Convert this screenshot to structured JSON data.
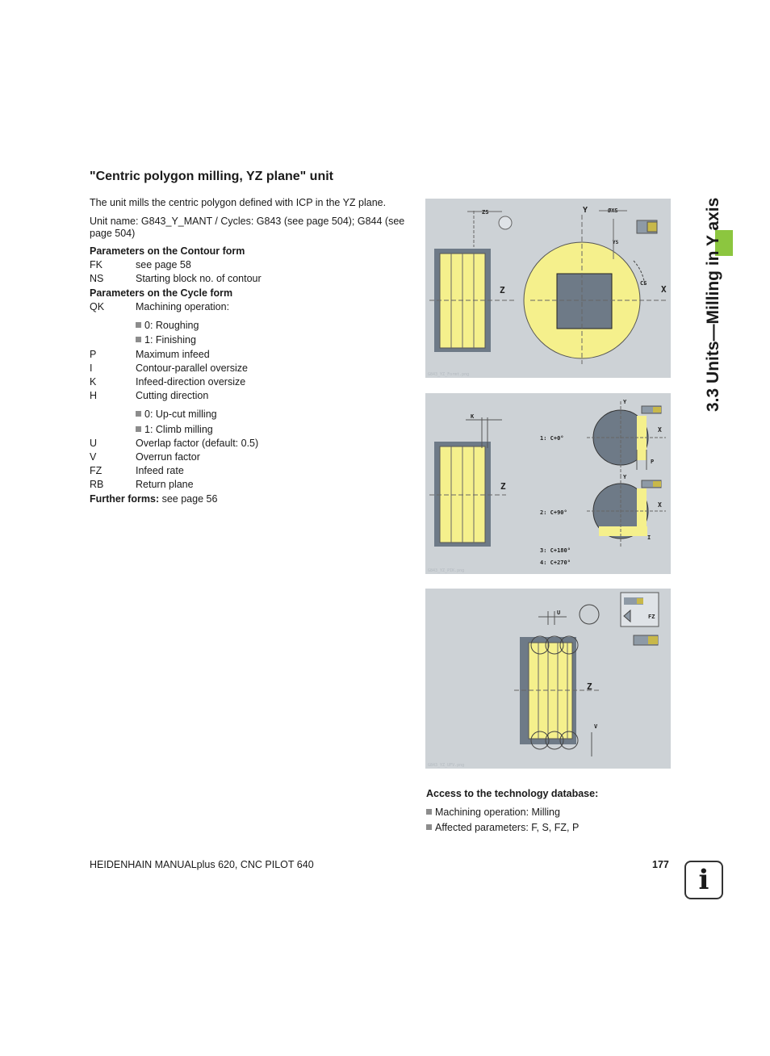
{
  "heading": "\"Centric polygon milling, YZ plane\" unit",
  "intro": "The unit mills the centric polygon defined with ICP in the YZ plane.",
  "unit_name": "Unit name: G843_Y_MANT / Cycles: G843 (see page 504); G844 (see page 504)",
  "contour_form": {
    "heading": "Parameters on the Contour form",
    "params": [
      {
        "key": "FK",
        "desc": "see page 58"
      },
      {
        "key": "NS",
        "desc": "Starting block no. of contour"
      }
    ]
  },
  "cycle_form": {
    "heading": "Parameters on the Cycle form",
    "qk": {
      "key": "QK",
      "desc": "Machining operation:"
    },
    "qk_options": [
      "0: Roughing",
      "1: Finishing"
    ],
    "params1": [
      {
        "key": "P",
        "desc": "Maximum infeed"
      },
      {
        "key": "I",
        "desc": "Contour-parallel oversize"
      },
      {
        "key": "K",
        "desc": "Infeed-direction oversize"
      },
      {
        "key": "H",
        "desc": "Cutting direction"
      }
    ],
    "h_options": [
      "0: Up-cut milling",
      "1: Climb milling"
    ],
    "params2": [
      {
        "key": "U",
        "desc": "Overlap factor (default: 0.5)"
      },
      {
        "key": "V",
        "desc": "Overrun factor"
      },
      {
        "key": "FZ",
        "desc": "Infeed rate"
      },
      {
        "key": "RB",
        "desc": "Return plane"
      }
    ]
  },
  "further_forms": {
    "label": "Further forms:",
    "text": " see page 56"
  },
  "figure1": {
    "labels": {
      "zs": "ZS",
      "y": "Y",
      "pxs": "ØXS",
      "ys": "YS",
      "cs": "CS",
      "z": "Z",
      "x": "X"
    },
    "filename": "G843_YZ_Formt.png"
  },
  "figure2": {
    "labels": {
      "k": "K",
      "z": "Z",
      "y1": "Y",
      "x1": "X",
      "p": "P",
      "y2": "Y",
      "x2": "X",
      "i": "I"
    },
    "positions": [
      "1:  C+0°",
      "2:  C+90°",
      "3:  C+180°",
      "4:  C+270°"
    ],
    "filename": "G843_YZ_PIK.png"
  },
  "figure3": {
    "labels": {
      "u": "U",
      "z": "Z",
      "v": "V",
      "fz": "FZ"
    },
    "filename": "G843_YZ_UFV.png"
  },
  "tech_db": {
    "heading": "Access to the technology database:",
    "items": [
      "Machining operation: Milling",
      "Affected parameters: F, S, FZ, P"
    ]
  },
  "side_title": "3.3 Units—Milling in Y axis",
  "footer": {
    "left": "HEIDENHAIN MANUALplus 620, CNC PILOT 640",
    "page": "177"
  },
  "info_icon": "i",
  "colors": {
    "accent_green": "#8cc63f",
    "figure_bg": "#cdd2d6",
    "workpiece_yellow": "#f5f08c",
    "tool_gray": "#8e9aa6"
  }
}
